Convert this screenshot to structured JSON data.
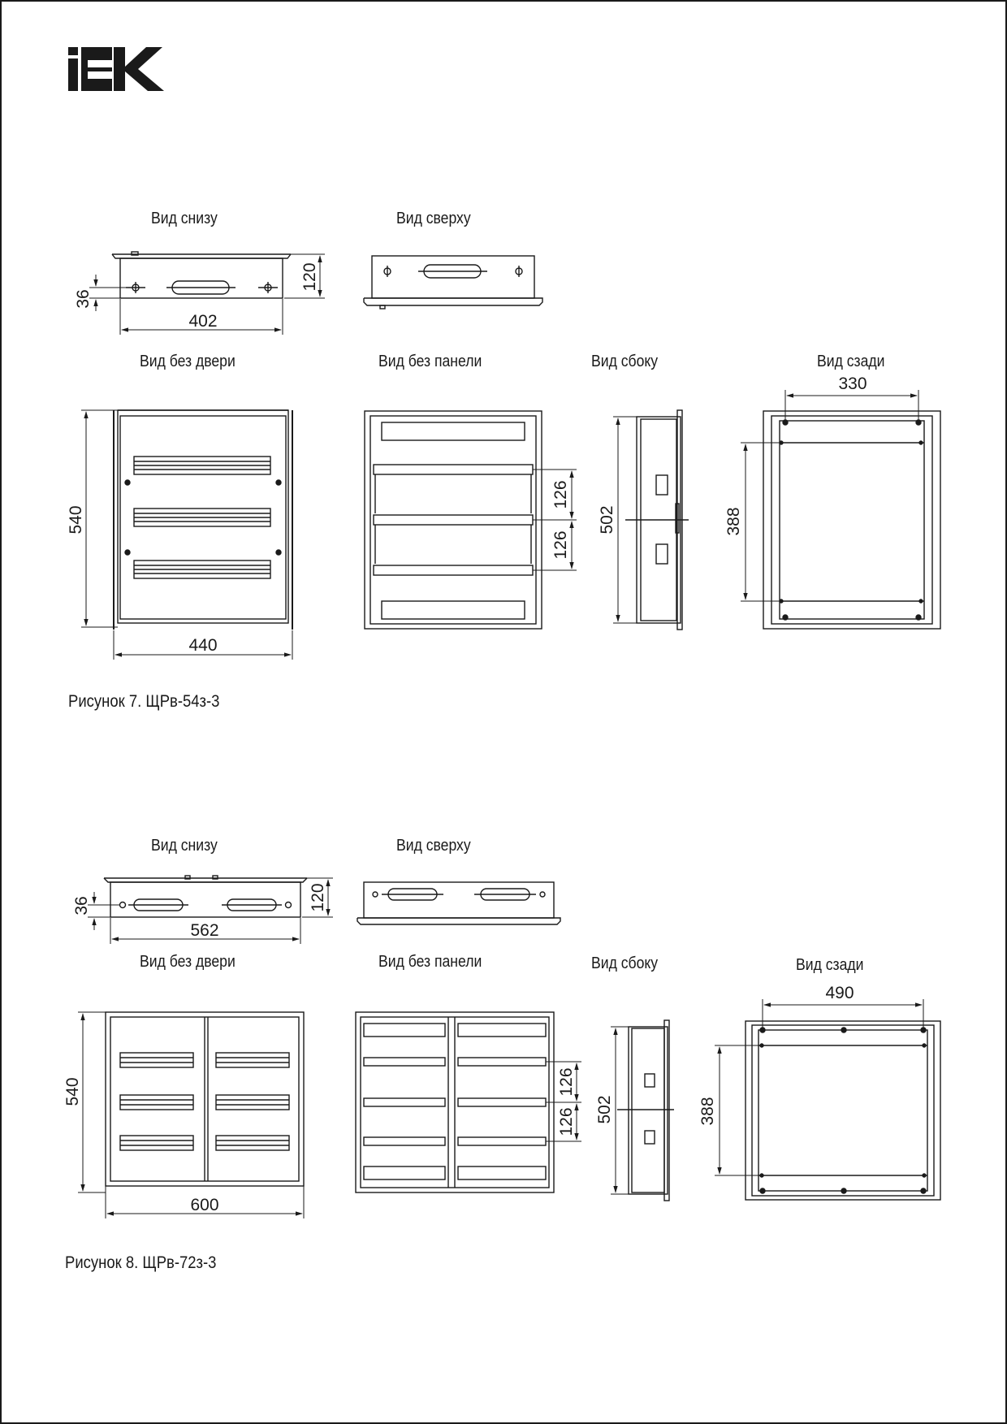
{
  "brand": {
    "logo_text": "IEK"
  },
  "figures": [
    {
      "caption": "Рисунок 7. ЩРв-54з-3",
      "views": {
        "bottom": "Вид снизу",
        "top": "Вид сверху",
        "no_door": "Вид без двери",
        "no_panel": "Вид без панели",
        "side": "Вид сбоку",
        "back": "Вид сзади"
      },
      "dimensions": {
        "bottom_width": "402",
        "bottom_depth": "120",
        "bottom_offset": "36",
        "height": "540",
        "width": "440",
        "rail_pitch_1": "126",
        "rail_pitch_2": "126",
        "side_height": "502",
        "back_width": "330",
        "back_height": "388"
      }
    },
    {
      "caption": "Рисунок 8. ЩРв-72з-3",
      "views": {
        "bottom": "Вид снизу",
        "top": "Вид сверху",
        "no_door": "Вид без двери",
        "no_panel": "Вид без панели",
        "side": "Вид сбоку",
        "back": "Вид сзади"
      },
      "dimensions": {
        "bottom_width": "562",
        "bottom_depth": "120",
        "bottom_offset": "36",
        "height": "540",
        "width": "600",
        "rail_pitch_1": "126",
        "rail_pitch_2": "126",
        "side_height": "502",
        "back_width": "490",
        "back_height": "388"
      }
    }
  ]
}
